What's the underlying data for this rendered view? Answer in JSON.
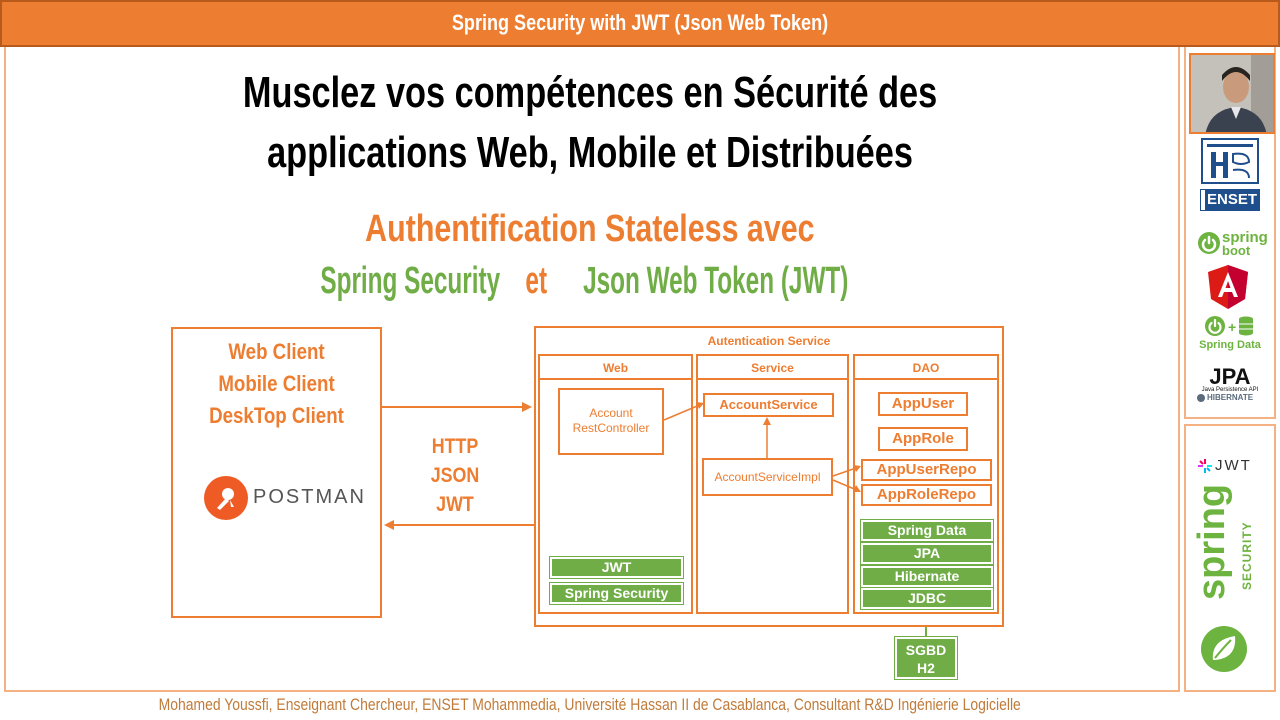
{
  "header": {
    "title": "Spring Security with JWT (Json Web Token)"
  },
  "headline": {
    "line1": "Musclez vos compétences en Sécurité des",
    "line2": "applications Web, Mobile et Distribuées"
  },
  "subheading": {
    "line1": "Authentification Stateless avec",
    "line2_part1": "Spring Security",
    "line2_part2": " et ",
    "line2_part3": "Json Web Token (JWT)"
  },
  "diagram": {
    "clients": [
      "Web Client",
      "Mobile Client",
      "DeskTop Client"
    ],
    "postman_label": "POSTMAN",
    "protocol": [
      "HTTP",
      "JSON",
      "JWT"
    ],
    "service_title": "Autentication Service",
    "layers": {
      "web": {
        "title": "Web",
        "controller_line1": "Account",
        "controller_line2": "RestController",
        "bars": [
          "JWT",
          "Spring Security"
        ]
      },
      "service": {
        "title": "Service",
        "interface": "AccountService",
        "impl": "AccountServiceImpl"
      },
      "dao": {
        "title": "DAO",
        "entities": [
          "AppUser",
          "AppRole"
        ],
        "repos": [
          "AppUserRepo",
          "AppRoleRepo"
        ],
        "bars": [
          "Spring Data",
          "JPA",
          "Hibernate",
          "JDBC"
        ]
      }
    },
    "database": {
      "line1": "SGBD",
      "line2": "H2"
    }
  },
  "sidebar": {
    "enset_label": "ENSET",
    "spring_boot_line1": "spring",
    "spring_boot_line2": "boot",
    "spring_data_label": "Spring Data",
    "jpa_label": "JPA",
    "jpa_sub": "Java Persistence API",
    "hibernate_label": "HIBERNATE",
    "jwt_label": "JWT",
    "spring_security_line1": "spring",
    "spring_security_line2": "SECURITY"
  },
  "footer": {
    "text": "Mohamed Youssfi, Enseignant Chercheur, ENSET Mohammedia, Université Hassan II de Casablanca, Consultant R&D Ingénierie Logicielle"
  },
  "colors": {
    "accent": "#ed7d31",
    "green": "#70ad47",
    "angular": "#dd1b16"
  }
}
